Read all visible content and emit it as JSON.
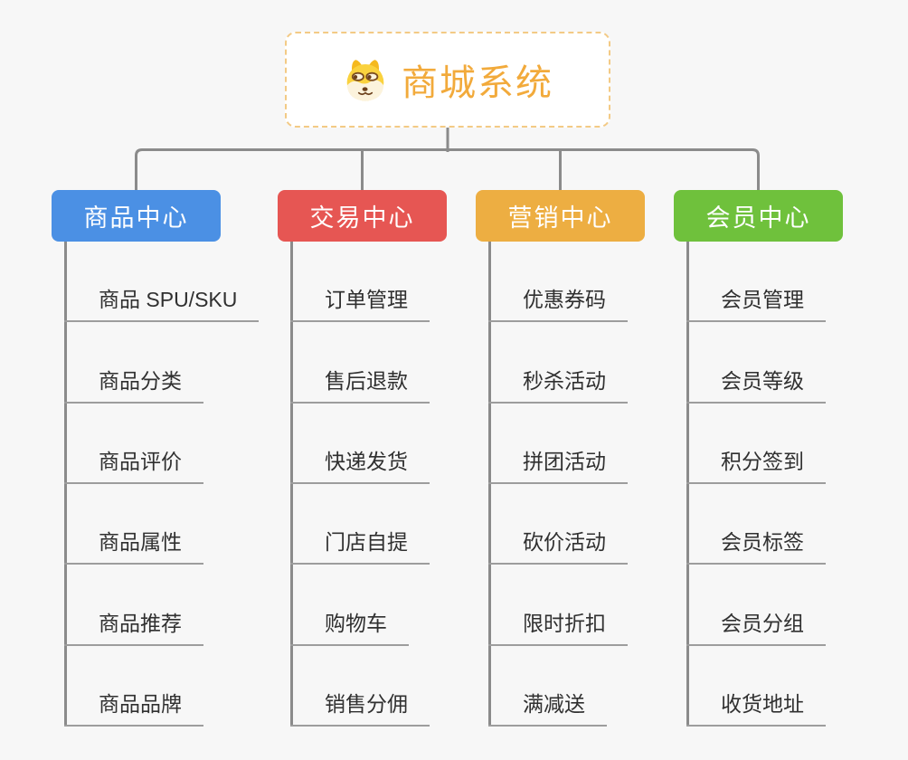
{
  "root": {
    "title": "商城系统",
    "icon": "doge-icon"
  },
  "colors": {
    "background": "#F7F7F7",
    "root_text": "#F2AA3B",
    "root_border": "#F3CA85",
    "connector": "#8B8B8B",
    "underline": "#9D9D9D",
    "item_text": "#303030"
  },
  "branches": [
    {
      "label": "商品中心",
      "color": "#4B90E4",
      "children": [
        "商品 SPU/SKU",
        "商品分类",
        "商品评价",
        "商品属性",
        "商品推荐",
        "商品品牌"
      ]
    },
    {
      "label": "交易中心",
      "color": "#E65653",
      "children": [
        "订单管理",
        "售后退款",
        "快递发货",
        "门店自提",
        "购物车",
        "销售分佣"
      ]
    },
    {
      "label": "营销中心",
      "color": "#EDAE42",
      "children": [
        "优惠券码",
        "秒杀活动",
        "拼团活动",
        "砍价活动",
        "限时折扣",
        "满减送"
      ]
    },
    {
      "label": "会员中心",
      "color": "#6FC13C",
      "children": [
        "会员管理",
        "会员等级",
        "积分签到",
        "会员标签",
        "会员分组",
        "收货地址"
      ]
    }
  ]
}
